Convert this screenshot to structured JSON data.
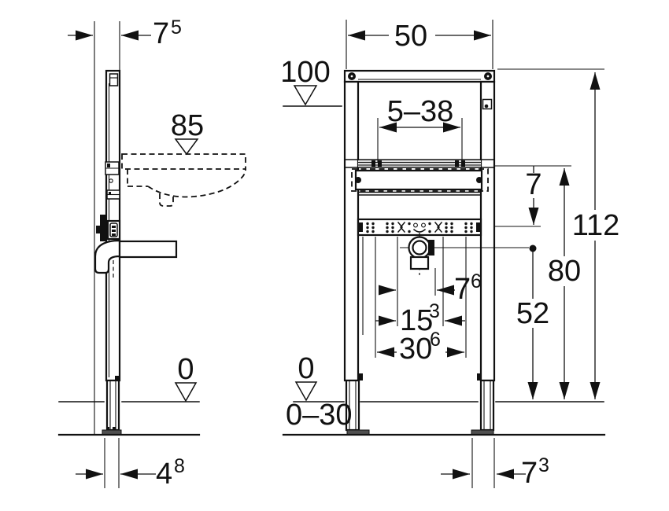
{
  "colors": {
    "line": "#111111",
    "background": "#ffffff",
    "foot_fill": "#4f4f4f",
    "rail_fill": "#dcdcdc"
  },
  "side_view": {
    "dims": {
      "wall_offset": {
        "main": "7",
        "sup": "5"
      },
      "basin_height": {
        "main": "85"
      },
      "zero_level": {
        "main": "0"
      },
      "foot_width": {
        "main": "4",
        "sup": "8"
      }
    }
  },
  "front_view": {
    "dims": {
      "frame_width": {
        "main": "50"
      },
      "anchor_height": {
        "main": "100"
      },
      "fixing_range": {
        "main": "5–38"
      },
      "rail_gap": {
        "main": "7"
      },
      "frame_height": {
        "main": "112"
      },
      "upper_level": {
        "main": "80"
      },
      "drain_level": {
        "main": "52"
      },
      "drain_offset": {
        "main": "7",
        "sup": "6"
      },
      "fixing_span": {
        "main": "15",
        "sup": "3"
      },
      "outer_span": {
        "main": "30",
        "sup": "6"
      },
      "zero_level": {
        "main": "0"
      },
      "floor_range": {
        "main": "0–30"
      },
      "foot_width": {
        "main": "7",
        "sup": "3"
      }
    }
  }
}
